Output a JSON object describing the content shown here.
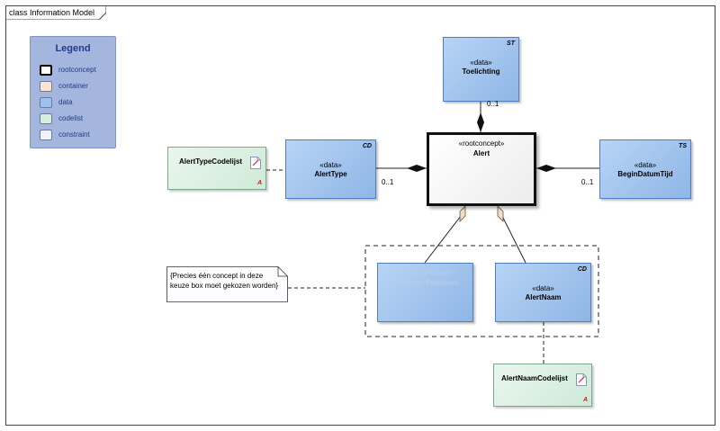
{
  "frame": {
    "title": "class Information Model"
  },
  "legend": {
    "title": "Legend",
    "items": [
      {
        "label": "rootconcept",
        "color": "#ffffff",
        "border": "#000000"
      },
      {
        "label": "container",
        "color": "#fbe3cf",
        "border": "#6a7aa3"
      },
      {
        "label": "data",
        "color": "#9cc2ee",
        "border": "#6a7aa3"
      },
      {
        "label": "codelist",
        "color": "#d4efdc",
        "border": "#6a7aa3"
      },
      {
        "label": "constraint",
        "color": "#f2f0fb",
        "border": "#6a7aa3"
      }
    ]
  },
  "elements": {
    "toelichting": {
      "stereotype": "«data»",
      "name": "Toelichting",
      "tag": "ST"
    },
    "alert": {
      "stereotype": "«rootconcept»",
      "name": "Alert"
    },
    "alerttype": {
      "stereotype": "«data»",
      "name": "AlertType",
      "tag": "CD"
    },
    "begindatumtijd": {
      "stereotype": "«data»",
      "name": "BeginDatumTijd",
      "tag": "TS"
    },
    "alerttypecodelijst": {
      "name": "AlertTypeCodelijst",
      "abstract_mark": "A"
    },
    "conditie": {
      "stereotype": "«data,reference»",
      "name": "Conditie::Probleem"
    },
    "alertnaam": {
      "stereotype": "«data»",
      "name": "AlertNaam",
      "tag": "CD"
    },
    "alertnaamcodelijst": {
      "name": "AlertNaamCodelijst",
      "abstract_mark": "A"
    }
  },
  "multiplicities": {
    "toelichting": "0..1",
    "alerttype": "0..1",
    "begindatumtijd": "0..1"
  },
  "note": {
    "text": "{Precies één concept in deze keuze box moet gekozen worden}"
  }
}
